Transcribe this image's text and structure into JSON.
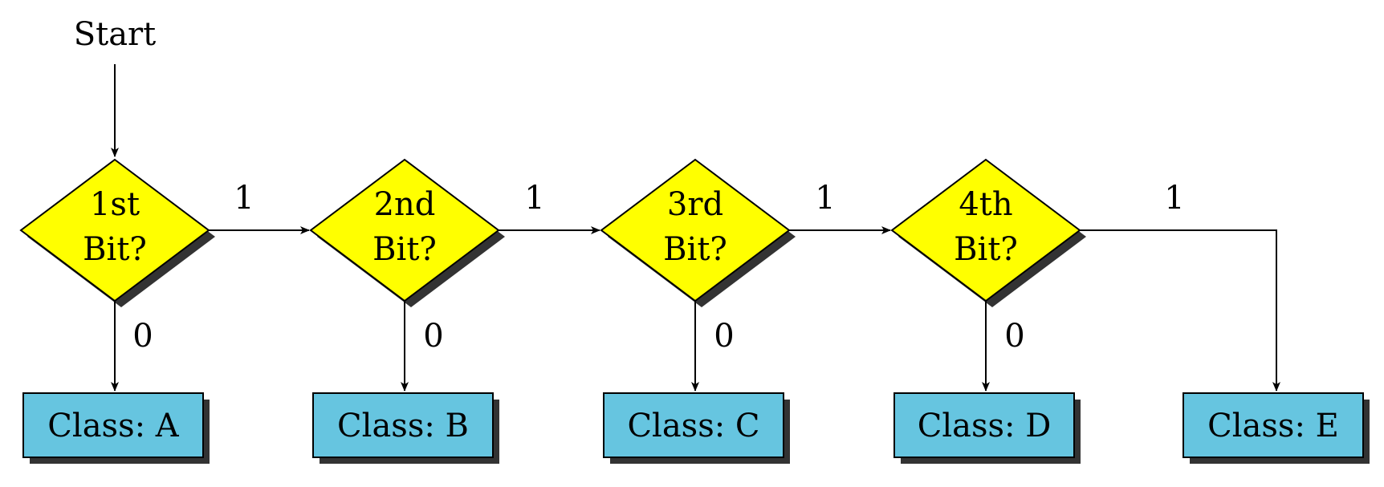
{
  "start": {
    "label": "Start"
  },
  "decisions": [
    {
      "line1": "1st",
      "line2": "Bit?"
    },
    {
      "line1": "2nd",
      "line2": "Bit?"
    },
    {
      "line1": "3rd",
      "line2": "Bit?"
    },
    {
      "line1": "4th",
      "line2": "Bit?"
    }
  ],
  "edge_labels": {
    "yes": "1",
    "no": "0"
  },
  "classes": [
    {
      "label": "Class: A"
    },
    {
      "label": "Class: B"
    },
    {
      "label": "Class: C"
    },
    {
      "label": "Class: D"
    },
    {
      "label": "Class: E"
    }
  ],
  "colors": {
    "decision_fill": "#ffff00",
    "class_fill": "#66c5e0",
    "shadow": "#333333",
    "line": "#000000"
  }
}
